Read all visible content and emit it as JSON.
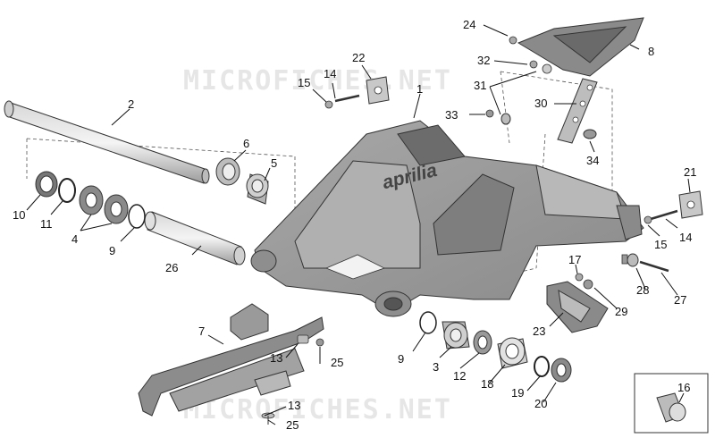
{
  "watermark_top": "MICROFICHES.NET",
  "watermark_bottom": "MICROFICHES.NET",
  "brand": "aprilia",
  "labels": {
    "l1": "1",
    "l2": "2",
    "l3": "3",
    "l4": "4",
    "l5": "5",
    "l6": "6",
    "l7": "7",
    "l8": "8",
    "l9a": "9",
    "l9b": "9",
    "l10": "10",
    "l11": "11",
    "l12": "12",
    "l13a": "13",
    "l13b": "13",
    "l14a": "14",
    "l14b": "14",
    "l15a": "15",
    "l15b": "15",
    "l16": "16",
    "l17": "17",
    "l18": "18",
    "l19": "19",
    "l20": "20",
    "l21": "21",
    "l22": "22",
    "l23": "23",
    "l24": "24",
    "l25a": "25",
    "l25b": "25",
    "l26": "26",
    "l27": "27",
    "l28": "28",
    "l29": "29",
    "l30": "30",
    "l31": "31",
    "l32": "32",
    "l33": "33",
    "l34": "34"
  },
  "colors": {
    "part_fill": "#9a9a9a",
    "part_light": "#c8c8c8",
    "part_dark": "#6e6e6e",
    "line": "#111111"
  }
}
